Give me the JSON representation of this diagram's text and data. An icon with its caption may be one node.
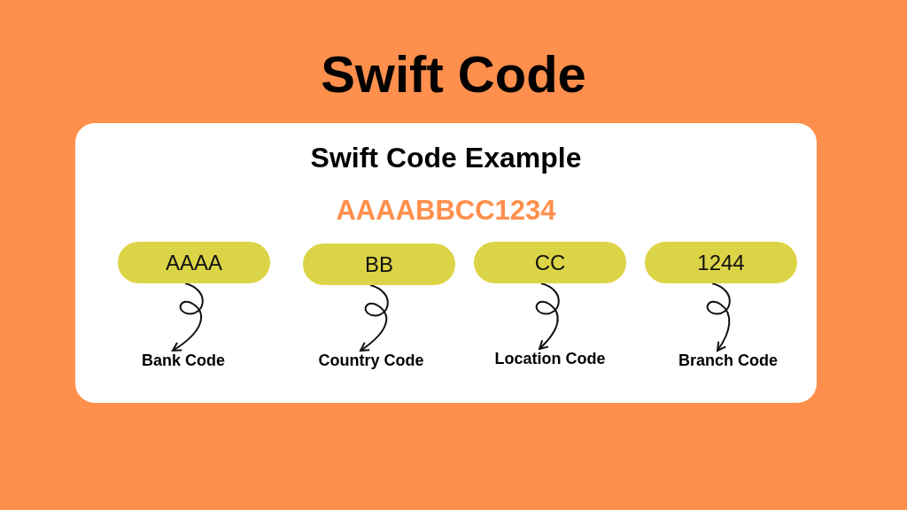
{
  "diagram": {
    "title": "Swift Code",
    "nodes": [
      {
        "text": [
          "Swift Code Example",
          "AAAABBCC1234"
        ]
      },
      {
        "text": [
          "AAAA"
        ],
        "in": 0
      },
      {
        "text": [
          "BB"
        ],
        "in": 0
      },
      {
        "text": [
          "CC"
        ],
        "in": 0
      },
      {
        "text": [
          "1244"
        ],
        "in": 0
      },
      {
        "text": [
          "Bank Code"
        ],
        "in": 0
      },
      {
        "text": [
          "Country Code"
        ],
        "in": 0
      },
      {
        "text": [
          "Location Code"
        ],
        "in": 0
      },
      {
        "text": [
          "Branch Code"
        ],
        "in": 0
      }
    ],
    "edges": [
      {
        "from": 1,
        "to": 5,
        "arrow": "to"
      },
      {
        "from": 2,
        "to": 6,
        "arrow": "to"
      },
      {
        "from": 3,
        "to": 7,
        "arrow": "to"
      },
      {
        "from": 4,
        "to": 8,
        "arrow": "to"
      }
    ]
  }
}
